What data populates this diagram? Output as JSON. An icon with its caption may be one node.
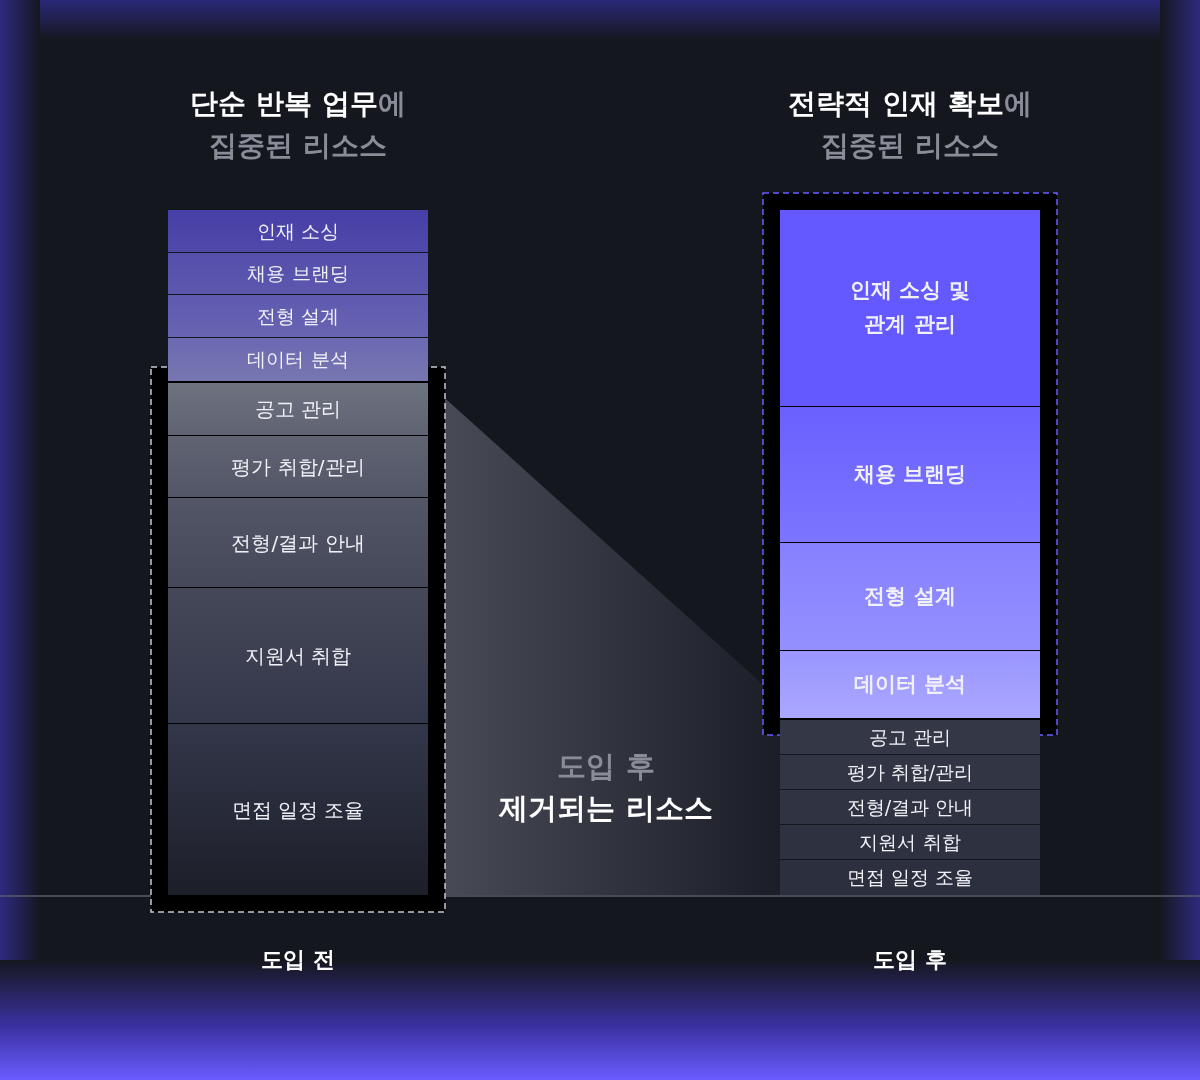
{
  "diagram": {
    "nodes": [
      {
        "text": [
          "인재 소싱"
        ]
      },
      {
        "text": [
          "채용 브랜딩"
        ]
      },
      {
        "text": [
          "전형 설계"
        ]
      },
      {
        "text": [
          "데이터 분석"
        ]
      },
      {
        "text": [
          "공고 관리"
        ]
      },
      {
        "text": [
          "평가 취합/관리"
        ]
      },
      {
        "text": [
          "전형/결과 안내"
        ]
      },
      {
        "text": [
          "지원서 취합"
        ]
      },
      {
        "text": [
          "면접 일정 조율"
        ]
      },
      {
        "text": [
          "인재 소싱 및 관계 관리"
        ]
      },
      {
        "text": [
          "채용 브랜딩"
        ]
      },
      {
        "text": [
          "전형 설계"
        ]
      },
      {
        "text": [
          "데이터 분석"
        ]
      },
      {
        "text": [
          "공고 관리"
        ]
      },
      {
        "text": [
          "평가 취합/관리"
        ]
      },
      {
        "text": [
          "전형/결과 안내"
        ]
      },
      {
        "text": [
          "지원서 취합"
        ]
      },
      {
        "text": [
          "면접 일정 조율"
        ]
      }
    ],
    "edges": [],
    "labels": [
      "**단순 반복 업무**에",
      "집중된 리소스",
      "**전략적 인재 확보**에",
      "집중된 리소스",
      "도입 후",
      "제거되는 리소스",
      "도입 전",
      "도입 후"
    ]
  }
}
